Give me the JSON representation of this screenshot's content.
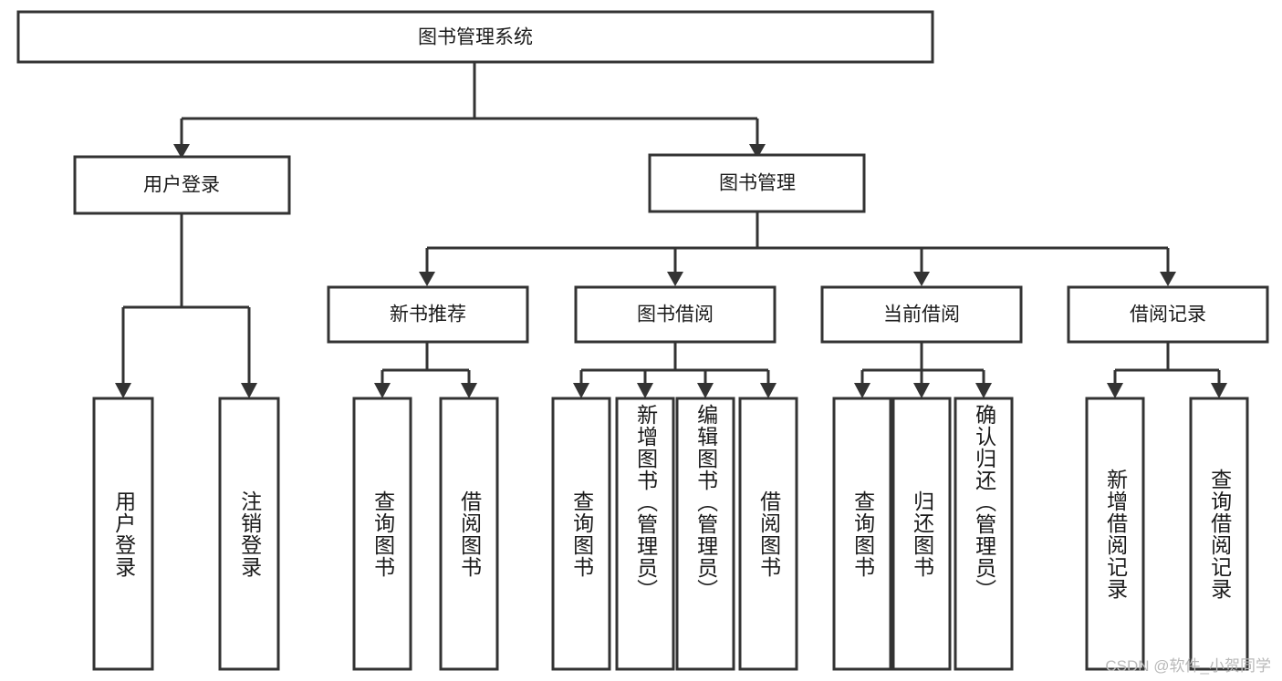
{
  "diagram": {
    "title": "图书管理系统",
    "type": "tree-hierarchy-chart",
    "root": {
      "label": "图书管理系统"
    },
    "level2": [
      {
        "label": "用户登录"
      },
      {
        "label": "图书管理"
      }
    ],
    "level3": [
      {
        "label": "新书推荐",
        "parent": "图书管理"
      },
      {
        "label": "图书借阅",
        "parent": "图书管理"
      },
      {
        "label": "当前借阅",
        "parent": "图书管理"
      },
      {
        "label": "借阅记录",
        "parent": "图书管理"
      }
    ],
    "leaves": {
      "user_login": [
        {
          "label": "用户登录"
        },
        {
          "label": "注销登录"
        }
      ],
      "new_book_recommend": [
        {
          "label": "查询图书"
        },
        {
          "label": "借阅图书"
        }
      ],
      "book_borrow": [
        {
          "label": "查询图书"
        },
        {
          "label": "新增图书（管理员）"
        },
        {
          "label": "编辑图书（管理员）"
        },
        {
          "label": "借阅图书"
        }
      ],
      "current_borrow": [
        {
          "label": "查询图书"
        },
        {
          "label": "归还图书"
        },
        {
          "label": "确认归还（管理员）"
        }
      ],
      "borrow_records": [
        {
          "label": "新增借阅记录"
        },
        {
          "label": "查询借阅记录"
        }
      ]
    }
  },
  "watermark": {
    "text": "CSDN @软件_小贺同学"
  },
  "colors": {
    "box_stroke": "#333333",
    "box_fill": "#ffffff",
    "text": "#1a1a1a",
    "background": "#ffffff",
    "watermark": "#b9b9b9"
  }
}
